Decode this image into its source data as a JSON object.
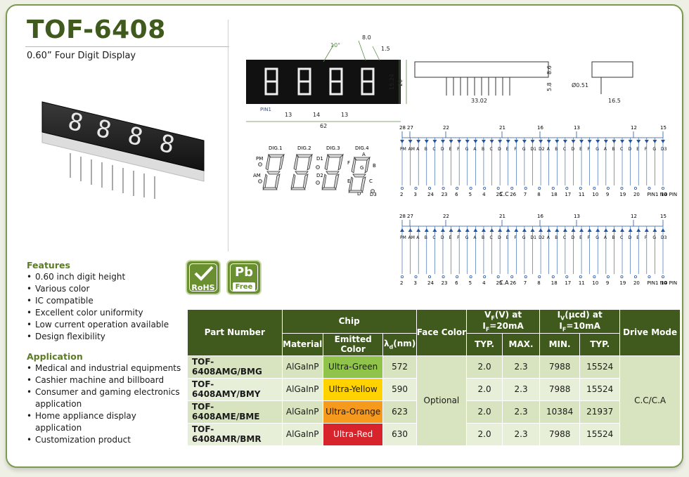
{
  "header": {
    "title": "TOF-6408",
    "subtitle": "0.60” Four Digit Display"
  },
  "features": {
    "heading": "Features",
    "items": [
      "0.60 inch digit height",
      "Various color",
      "IC compatible",
      "Excellent color uniformity",
      "Low current operation available",
      "Design flexibility"
    ]
  },
  "application": {
    "heading": "Application",
    "items": [
      "Medical and industrial equipments",
      "Cashier machine and billboard",
      "Consumer and gaming electronics application",
      "Home appliance display application",
      "Customization product"
    ]
  },
  "badges": {
    "rohs": "RoHS",
    "pb": "Pb",
    "free": "Free"
  },
  "dimensions": {
    "angle": "10°",
    "d8": "8.0",
    "d15": "1.5",
    "d1524": "15.24",
    "d20": "20",
    "pin1": "PIN1",
    "d13a": "13",
    "d14": "14",
    "d13b": "13",
    "d62": "62",
    "d86": "8.6",
    "d58": "5.8",
    "d3302": "33.02",
    "d051": "Ø0.51",
    "d165": "16.5"
  },
  "digit_labels": {
    "dig1": "DIG.1",
    "dig2": "DIG.2",
    "dig3": "DIG.3",
    "dig4": "DIG.4",
    "pm": "PM",
    "am": "AM",
    "d1": "D1",
    "d2": "D2",
    "a": "A",
    "b": "B",
    "c": "C",
    "d": "D",
    "e": "E",
    "f": "F",
    "g": "G",
    "d3": "D3"
  },
  "circuit": {
    "top_pins": [
      "28",
      "27",
      "22",
      "21",
      "16",
      "13",
      "12",
      "15"
    ],
    "segments": [
      "PM",
      "AM",
      "A",
      "B",
      "C",
      "D",
      "E",
      "F",
      "G",
      "A",
      "B",
      "C",
      "D",
      "E",
      "F",
      "G",
      "D1",
      "D2",
      "A",
      "B",
      "C",
      "D",
      "E",
      "F",
      "G",
      "A",
      "B",
      "C",
      "D",
      "E",
      "F",
      "G",
      "D3"
    ],
    "bottom_pins": [
      "2",
      "3",
      "24",
      "23",
      "6",
      "5",
      "4",
      "25",
      "26",
      "7",
      "8",
      "18",
      "17",
      "11",
      "10",
      "9",
      "19",
      "20",
      "PIN1 NO PIN",
      "14"
    ],
    "cc_label": "C.C",
    "ca_label": "C.A"
  },
  "table": {
    "headers": {
      "part_number": "Part Number",
      "chip": "Chip",
      "face_color": "Face Color",
      "vf": "V",
      "vf_sub": "F",
      "vf_rest": "(V) at I",
      "vf_sub2": "F",
      "vf_end": "=20mA",
      "iv": "I",
      "iv_sub": "V",
      "iv_rest": "(μcd) at I",
      "iv_sub2": "F",
      "iv_end": "=10mA",
      "drive_mode": "Drive Mode",
      "material": "Material",
      "emitted_color": "Emitted Color",
      "lambda": "λ",
      "lambda_sub": "d",
      "lambda_rest": "(nm)",
      "typ": "TYP.",
      "max": "MAX.",
      "min": "MIN.",
      "typ2": "TYP."
    },
    "rows": [
      {
        "part": "TOF-6408AMG/BMG",
        "material": "AlGaInP",
        "color": "Ultra-Green",
        "wl": "572",
        "vf_typ": "2.0",
        "vf_max": "2.3",
        "iv_min": "7988",
        "iv_typ": "15524"
      },
      {
        "part": "TOF-6408AMY/BMY",
        "material": "AlGaInP",
        "color": "Ultra-Yellow",
        "wl": "590",
        "vf_typ": "2.0",
        "vf_max": "2.3",
        "iv_min": "7988",
        "iv_typ": "15524"
      },
      {
        "part": "TOF-6408AME/BME",
        "material": "AlGaInP",
        "color": "Ultra-Orange",
        "wl": "623",
        "vf_typ": "2.0",
        "vf_max": "2.3",
        "iv_min": "10384",
        "iv_typ": "21937"
      },
      {
        "part": "TOF-6408AMR/BMR",
        "material": "AlGaInP",
        "color": "Ultra-Red",
        "wl": "630",
        "vf_typ": "2.0",
        "vf_max": "2.3",
        "iv_min": "7988",
        "iv_typ": "15524"
      }
    ],
    "face_color": "Optional",
    "drive_mode": "C.C/C.A"
  },
  "colors": {
    "brand_green": "#3f5a1c",
    "accent_green": "#5c7c24",
    "ultra_green": "#8fc34a",
    "ultra_yellow": "#ffd200",
    "ultra_orange": "#f59a1d",
    "ultra_red": "#d7232b"
  }
}
